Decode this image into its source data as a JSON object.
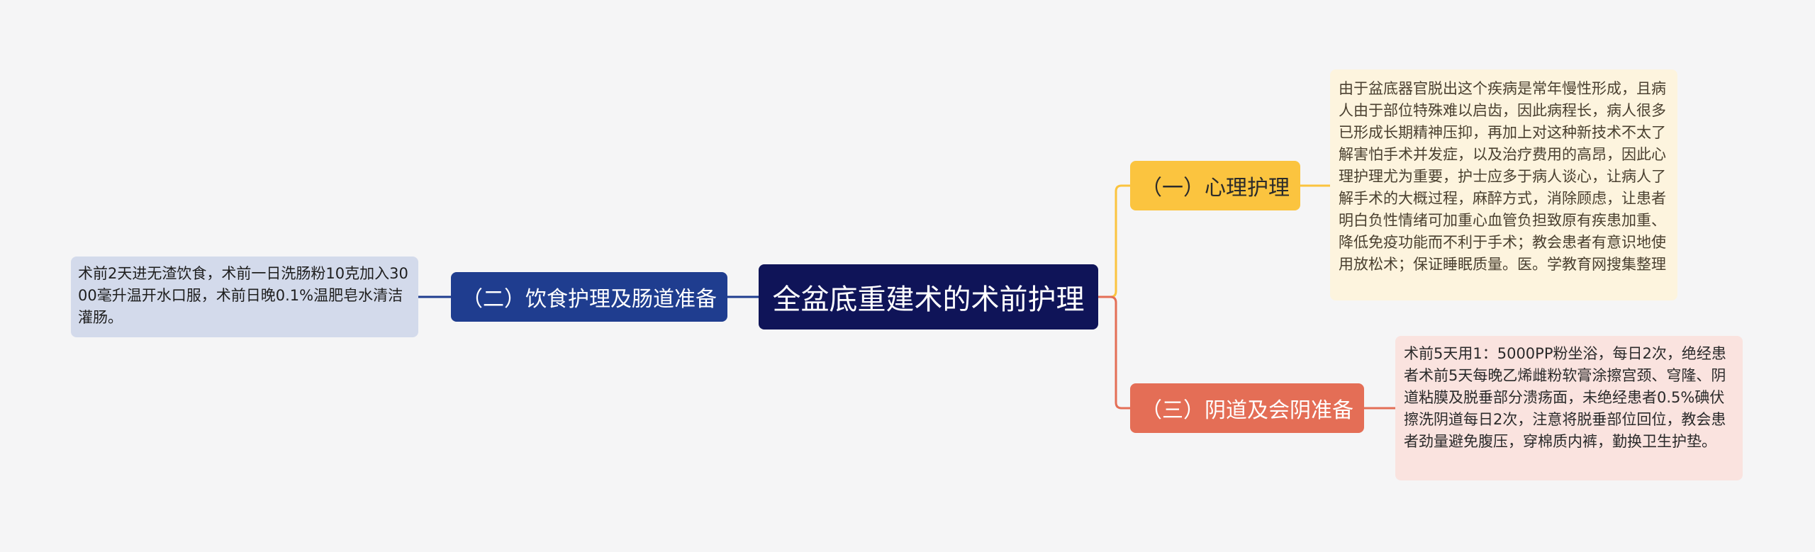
{
  "root": {
    "title": "全盆底重建术的术前护理"
  },
  "branches": [
    {
      "label": "（二）饮食护理及肠道准备",
      "detail": "术前2天进无渣饮食，术前一日洗肠粉10克加入3000毫升温开水口服，术前日晚0.1%温肥皂水清洁灌肠。",
      "color": "#1f3d8f"
    },
    {
      "label": "（一）心理护理",
      "detail": "由于盆底器官脱出这个疾病是常年慢性形成，且病人由于部位特殊难以启齿，因此病程长，病人很多已形成长期精神压抑，再加上对这种新技术不太了解害怕手术并发症，以及治疗费用的高昂，因此心理护理尤为重要，护士应多于病人谈心，让病人了解手术的大概过程，麻醉方式，消除顾虑，让患者明白负性情绪可加重心血管负担致原有疾患加重、降低免疫功能而不利于手术；教会患者有意识地使用放松术；保证睡眠质量。医。学教育网搜集整理",
      "color": "#fbc43f"
    },
    {
      "label": "（三）阴道及会阴准备",
      "detail": "术前5天用1：5000PP粉坐浴，每日2次，绝经患者术前5天每晚乙烯雌粉软膏涂擦宫颈、穹隆、阴道粘膜及脱垂部分溃疡面，未绝经患者0.5%碘伏擦洗阴道每日2次，注意将脱垂部位回位，教会患者劲量避免腹压，穿棉质内裤，勤换卫生护垫。",
      "color": "#e46e56"
    }
  ]
}
